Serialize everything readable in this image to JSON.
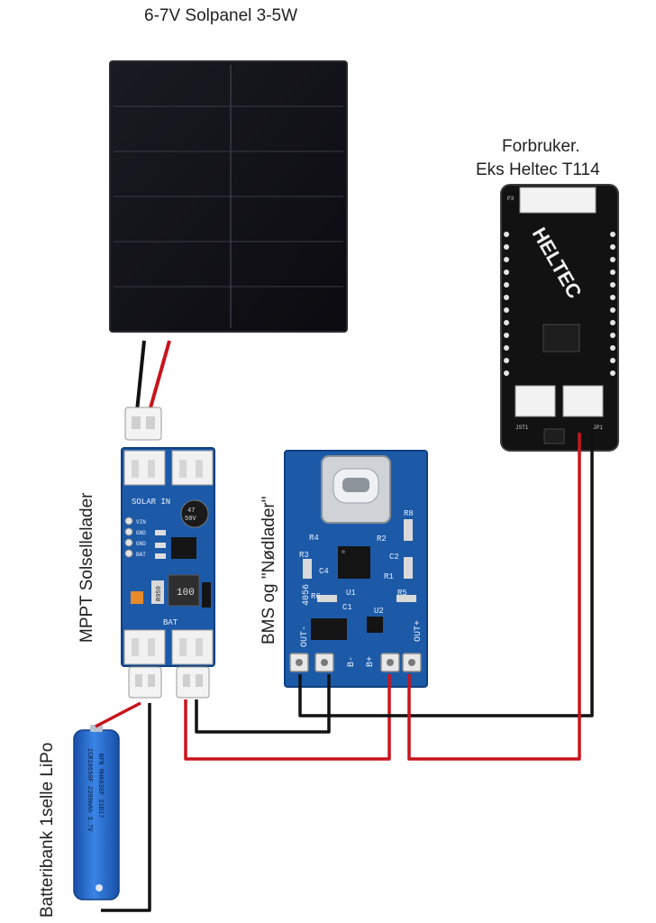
{
  "labels": {
    "solar_panel": "6-7V Solpanel 3-5W",
    "consumer_line1": "Forbruker.",
    "consumer_line2": "Eks Heltec T114",
    "mppt": "MPPT Solsellelader",
    "bms": "BMS og \"Nødlader\"",
    "battery": "Batteribank 1selle LiPo"
  },
  "mppt_board": {
    "solar_in": "SOLAR IN",
    "bat": "BAT",
    "pads": [
      "VIN",
      "GND",
      "GND",
      "BAT"
    ],
    "cap_line1": "47",
    "cap_line2": "50V",
    "inductor": "100",
    "resistor": "R050"
  },
  "bms_board": {
    "chip": "4056",
    "out_minus": "OUT-",
    "out_plus": "OUT+",
    "b_minus": "B-",
    "b_plus": "B+",
    "parts": [
      "R4",
      "R3",
      "C4",
      "R2",
      "R1",
      "R6",
      "U1",
      "U2",
      "R5",
      "R8",
      "C2",
      "C1"
    ]
  },
  "heltec_board": {
    "brand": "HELTEC",
    "jst_left": "JST1",
    "jst_right": "JP1",
    "p3": "P3"
  },
  "battery_cell": {
    "line1": "ICR18650F 2200mAh 3.7V",
    "line2": "BFN MHK038F 21B17"
  },
  "colors": {
    "wire_red": "#c8141c",
    "wire_black": "#111111",
    "pcb_blue": "#1c5aa8",
    "heltec_black": "#121212",
    "battery_blue": "#1f63c8"
  }
}
